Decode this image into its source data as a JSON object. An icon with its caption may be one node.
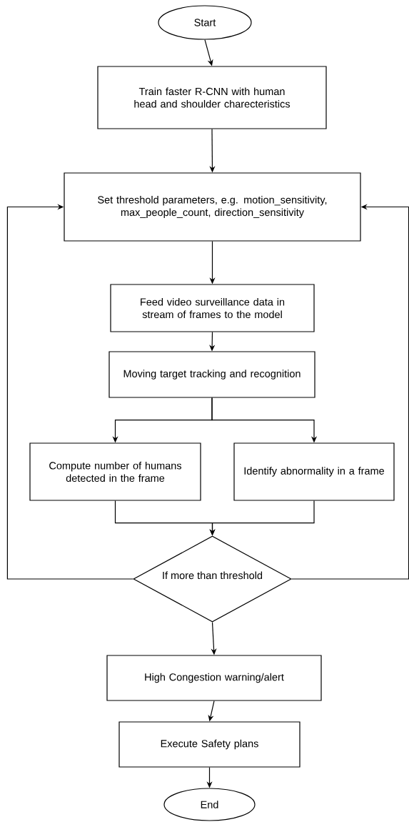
{
  "diagram": {
    "nodes": [
      {
        "text": [
          "Start"
        ]
      },
      {
        "text": [
          "Train faster R-CNN with human head and shoulder charecteristics"
        ]
      },
      {
        "text": [
          "Set threshold parameters, e.g. motion_sensitivity, max_people_count, direction_sensitivity"
        ]
      },
      {
        "text": [
          "Feed video surveillance data in stream of frames to the model"
        ]
      },
      {
        "text": [
          "Moving target tracking and recognition"
        ]
      },
      {
        "text": [
          "Compute number of humans detected in the frame"
        ]
      },
      {
        "text": [
          "Identify abnormality in a frame"
        ]
      },
      {
        "text": [
          "If more than threshold"
        ]
      },
      {
        "text": [
          "High Congestion warning/alert"
        ]
      },
      {
        "text": [
          "Execute Safety plans"
        ]
      },
      {
        "text": [
          "End"
        ]
      }
    ],
    "edges": [
      {
        "from": 0,
        "to": 1,
        "arrow": "to"
      },
      {
        "from": 1,
        "to": 2,
        "arrow": "to"
      },
      {
        "from": 2,
        "to": 3,
        "arrow": "to"
      },
      {
        "from": 3,
        "to": 4,
        "arrow": "to"
      },
      {
        "from": 4,
        "to": 5,
        "arrow": "to"
      },
      {
        "from": 4,
        "to": 6,
        "arrow": "to"
      },
      {
        "from": 5,
        "to": 7,
        "arrow": "to"
      },
      {
        "from": 6,
        "to": 7,
        "arrow": "to"
      },
      {
        "from": 7,
        "to": 2,
        "arrow": "to"
      },
      {
        "from": 7,
        "to": 2,
        "arrow": "to"
      },
      {
        "from": 7,
        "to": 8,
        "arrow": "to"
      },
      {
        "from": 8,
        "to": 9,
        "arrow": "to"
      },
      {
        "from": 9,
        "to": 10,
        "arrow": "to"
      }
    ]
  }
}
